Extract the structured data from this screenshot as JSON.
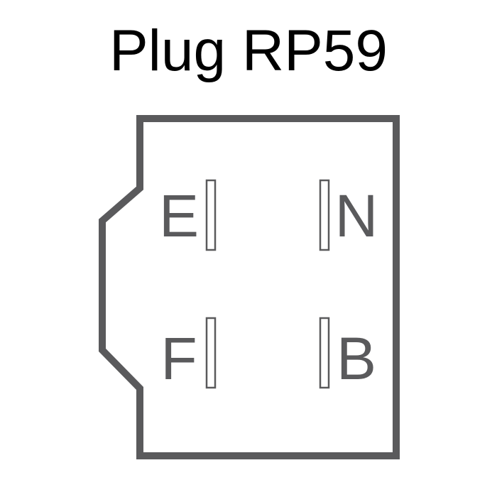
{
  "title": "Plug RP59",
  "colors": {
    "outline": "#5a5a5c",
    "label": "#5a5a5c",
    "title": "#000000",
    "background": "#ffffff"
  },
  "pins": {
    "top_left": "E",
    "top_right": "N",
    "bottom_left": "F",
    "bottom_right": "B"
  }
}
